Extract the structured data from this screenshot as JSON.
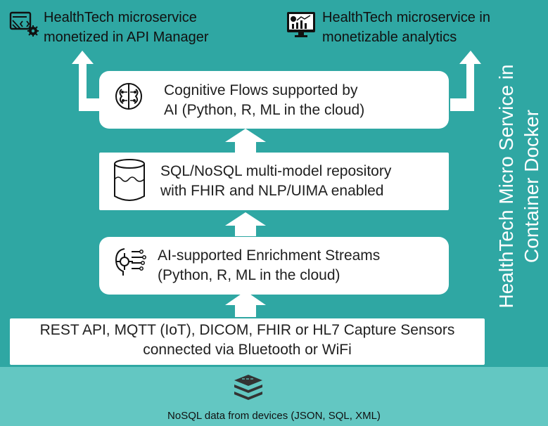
{
  "top_labels": {
    "api_manager": [
      "HealthTech microservice",
      "monetized in API Manager"
    ],
    "analytics": [
      "HealthTech microservice in",
      "monetizable analytics"
    ]
  },
  "boxes": {
    "cognitive": [
      "Cognitive Flows supported by",
      "AI (Python, R, ML in the cloud)"
    ],
    "repository": [
      "SQL/NoSQL multi-model repository",
      "with FHIR and NLP/UIMA enabled"
    ],
    "enrichment": [
      "AI-supported Enrichment Streams",
      "(Python, R, ML in the cloud)"
    ],
    "capture": [
      "REST API, MQTT (IoT), DICOM, FHIR or HL7 Capture Sensors",
      "connected via Bluetooth or WiFi"
    ]
  },
  "side_label": [
    "HealthTech Micro Service in",
    "Container Docker"
  ],
  "bottom_caption": "NoSQL data from devices (JSON, SQL, XML)",
  "colors": {
    "panel": "#2fa7a3",
    "band": "#63c7c2",
    "box": "#ffffff",
    "text": "#1f1f1f"
  },
  "icons": [
    "api-manager-icon",
    "analytics-icon",
    "brain-icon",
    "database-icon",
    "enrichment-icon",
    "stack-icon"
  ]
}
